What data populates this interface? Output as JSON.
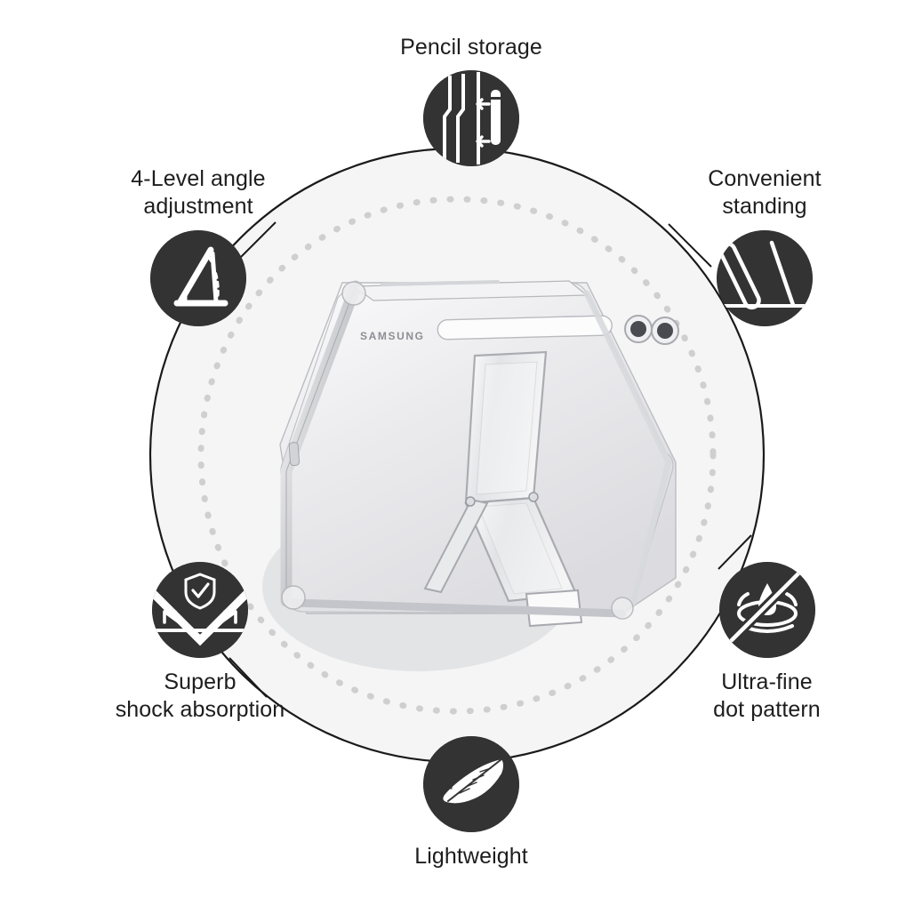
{
  "page": {
    "background_color": "#ffffff",
    "icon_color": "#333333",
    "text_color": "#1d1d1d",
    "inner_fill_color": "#f5f5f5",
    "dotted_ring_color": "#cfcfcf",
    "outline_color": "#1a1a1a"
  },
  "product": {
    "brand": "SAMSUNG",
    "description": "transparent tablet case with dual kickstand"
  },
  "features": [
    {
      "id": "pencil-storage",
      "label": "Pencil storage",
      "icon": "pencil-slot-icon",
      "position": "top"
    },
    {
      "id": "angle-adjustment",
      "label": "4-Level angle\nadjustment",
      "icon": "angle-stand-icon",
      "position": "top-left"
    },
    {
      "id": "convenient-standing",
      "label": "Convenient\nstanding",
      "icon": "tablet-stand-icon",
      "position": "top-right"
    },
    {
      "id": "shock-absorption",
      "label": "Superb\nshock absorption",
      "icon": "shield-shock-icon",
      "position": "bottom-left"
    },
    {
      "id": "dot-pattern",
      "label": "Ultra-fine\ndot pattern",
      "icon": "no-water-ripple-icon",
      "position": "bottom-right"
    },
    {
      "id": "lightweight",
      "label": "Lightweight",
      "icon": "feather-icon",
      "position": "bottom"
    }
  ]
}
